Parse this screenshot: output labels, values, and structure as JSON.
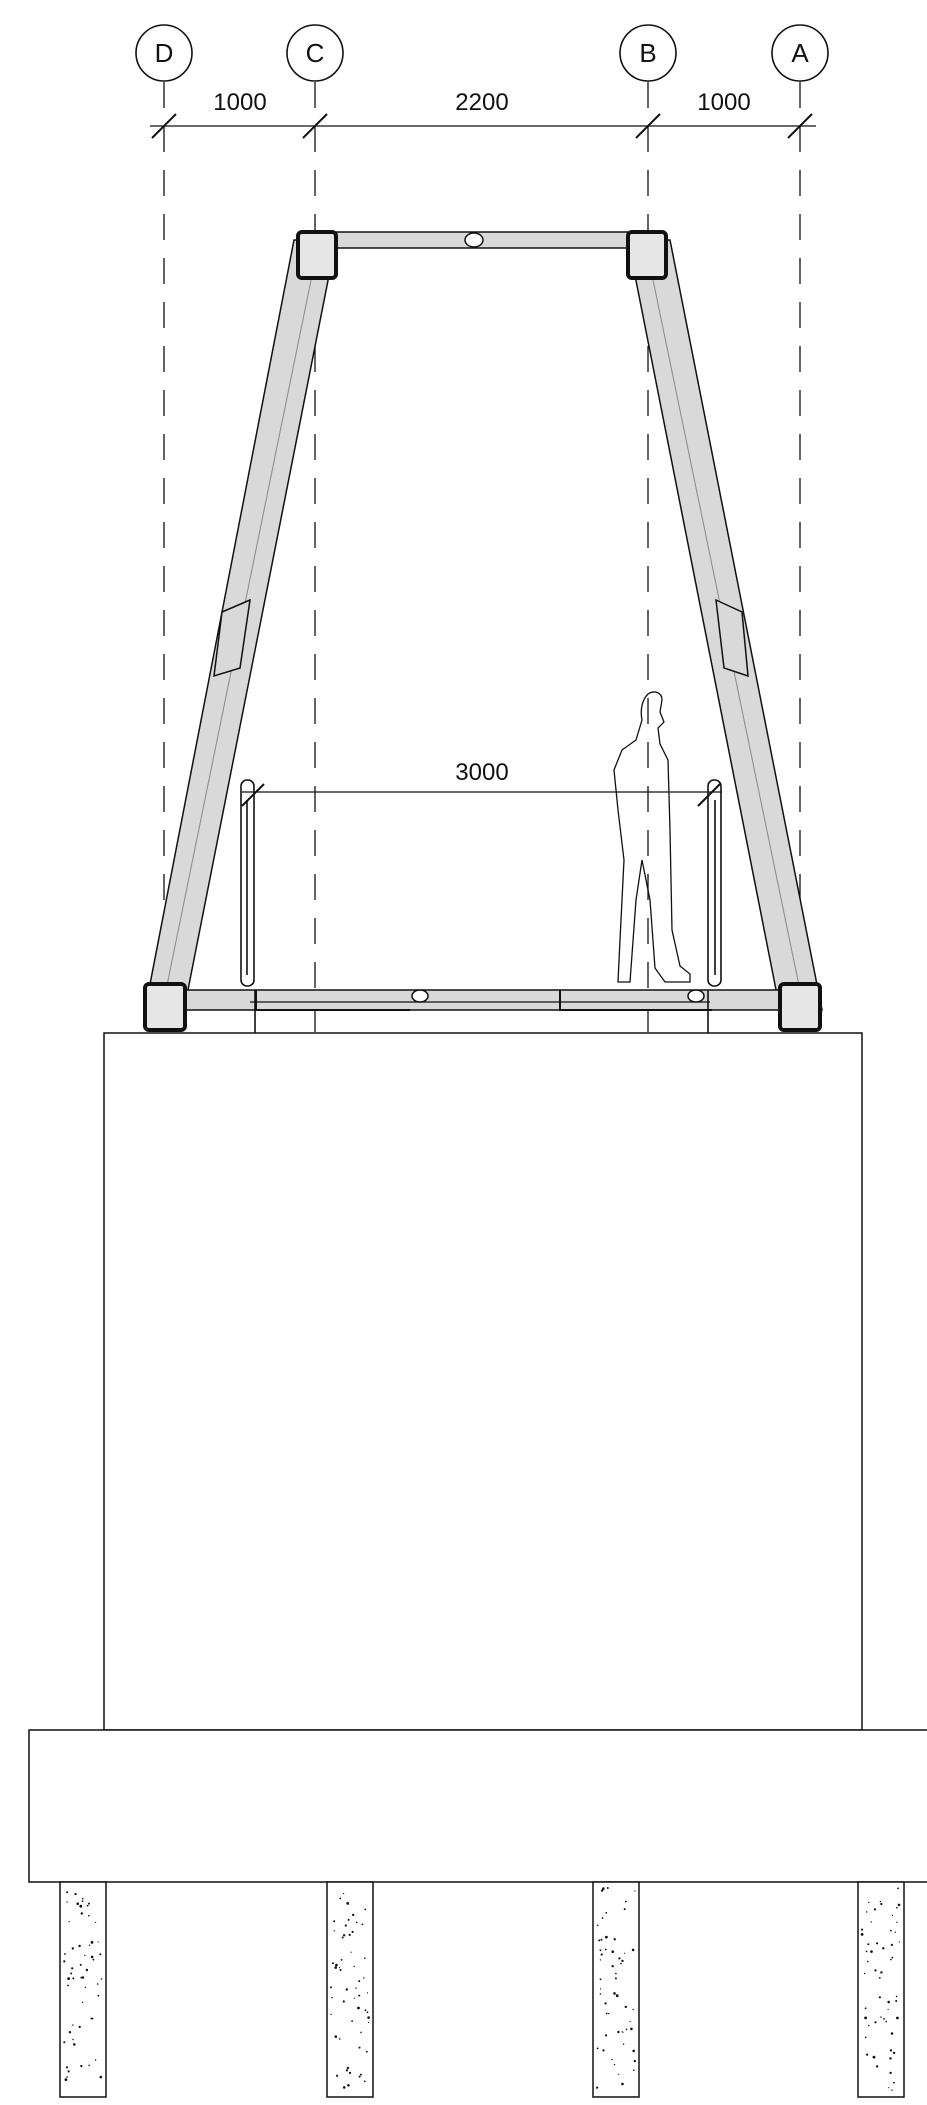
{
  "grid": {
    "labels": [
      "D",
      "C",
      "B",
      "A"
    ]
  },
  "dimensions": {
    "top": [
      "1000",
      "2200",
      "1000"
    ],
    "deck_width": "3000"
  },
  "colors": {
    "line": "#111111",
    "member_fill": "#d9d9d9",
    "background": "#ffffff"
  }
}
